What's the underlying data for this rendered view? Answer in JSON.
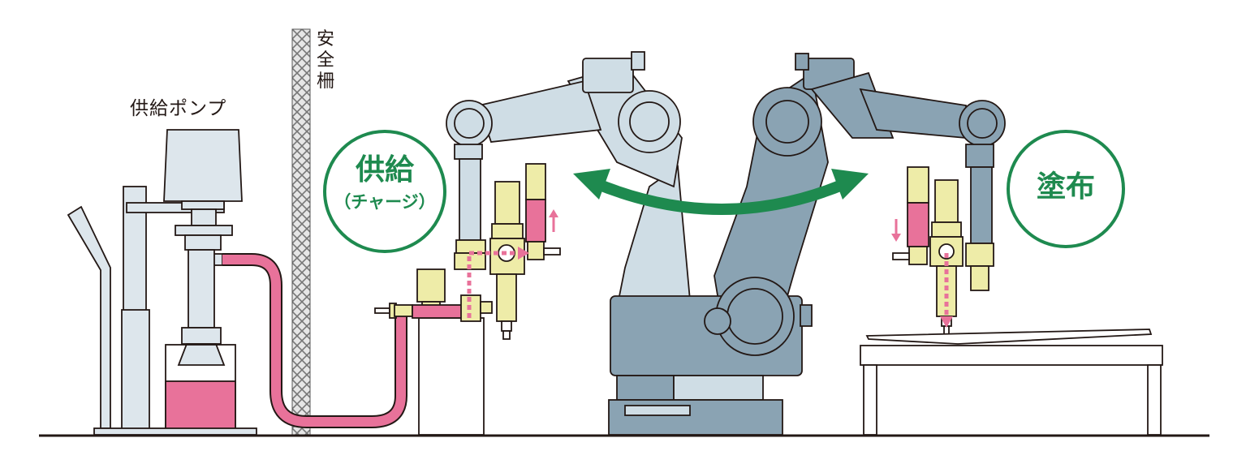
{
  "labels": {
    "pump": "供給ポンプ",
    "fence": "安全柵",
    "supply": "供給",
    "supply_sub": "（チャージ）",
    "apply": "塗布"
  },
  "colors": {
    "accent_green": "#1e8a4f",
    "paint_pink": "#e8729a",
    "robot_light": "#cfdde5",
    "robot_dark": "#8aa3b3",
    "nozzle_yellow": "#eeeca8",
    "outline": "#231815"
  }
}
